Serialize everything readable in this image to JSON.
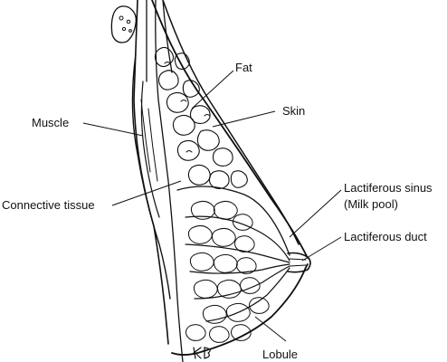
{
  "labels": {
    "fat": "Fat",
    "skin": "Skin",
    "muscle": "Muscle",
    "connective_tissue": "Connective tissue",
    "lactiferous_sinus": "Lactiferous sinus",
    "milk_pool": "(Milk pool)",
    "lactiferous_duct": "Lactiferous duct",
    "lobule": "Lobule"
  },
  "signature": "KB"
}
